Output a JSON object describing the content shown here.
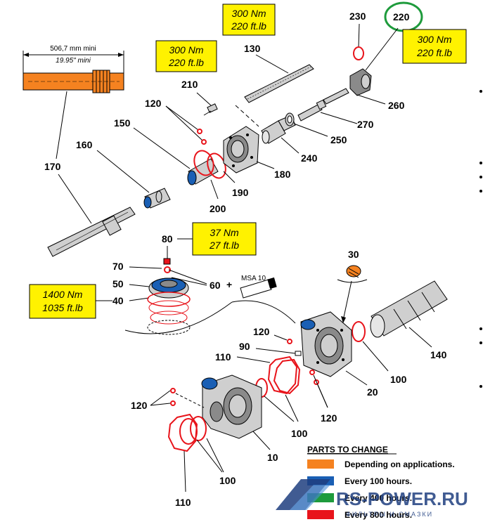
{
  "dimension": {
    "value": "506,7 mm mini",
    "imperial": "19.95\" mini"
  },
  "torques": [
    {
      "id": "t130",
      "line1": "300 Nm",
      "line2": "220 ft.lb"
    },
    {
      "id": "t210",
      "line1": "300 Nm",
      "line2": "220 ft.lb"
    },
    {
      "id": "t220",
      "line1": "300 Nm",
      "line2": "220 ft.lb"
    },
    {
      "id": "t80",
      "line1": "37 Nm",
      "line2": "27  ft.lb"
    },
    {
      "id": "t40",
      "line1": "1400 Nm",
      "line2": "1035 ft.lb"
    }
  ],
  "labels": {
    "p230": "230",
    "p220": "220",
    "p130": "130",
    "p210": "210",
    "p120a": "120",
    "p150": "150",
    "p160": "160",
    "p170": "170",
    "p180": "180",
    "p190": "190",
    "p200": "200",
    "p240": "240",
    "p250": "250",
    "p260": "260",
    "p270": "270",
    "p80": "80",
    "p70": "70",
    "p60": "60",
    "plus": "+",
    "msa": "MSA 10",
    "p50": "50",
    "p40": "40",
    "p30": "30",
    "p140": "140",
    "p120b": "120",
    "p90": "90",
    "p110a": "110",
    "p100a": "100",
    "p20": "20",
    "p120c": "120",
    "p120d": "120",
    "p100b": "100",
    "p100c": "100",
    "p10": "10",
    "p110b": "110"
  },
  "legend": {
    "title": "PARTS TO CHANGE",
    "items": [
      {
        "color": "#f58220",
        "label": "Depending on applications."
      },
      {
        "color": "#1a5fb4",
        "label": "Every 100 hours."
      },
      {
        "color": "#1e9b3c",
        "label": "Every 400 hours."
      },
      {
        "color": "#e8141b",
        "label": "Every 800 hours."
      }
    ]
  },
  "watermark": {
    "brand": "RS-POWER.RU",
    "tagline": "ФИЛЬТРЫ И СМАЗКИ"
  },
  "highlight_color": "#1e9b3c"
}
